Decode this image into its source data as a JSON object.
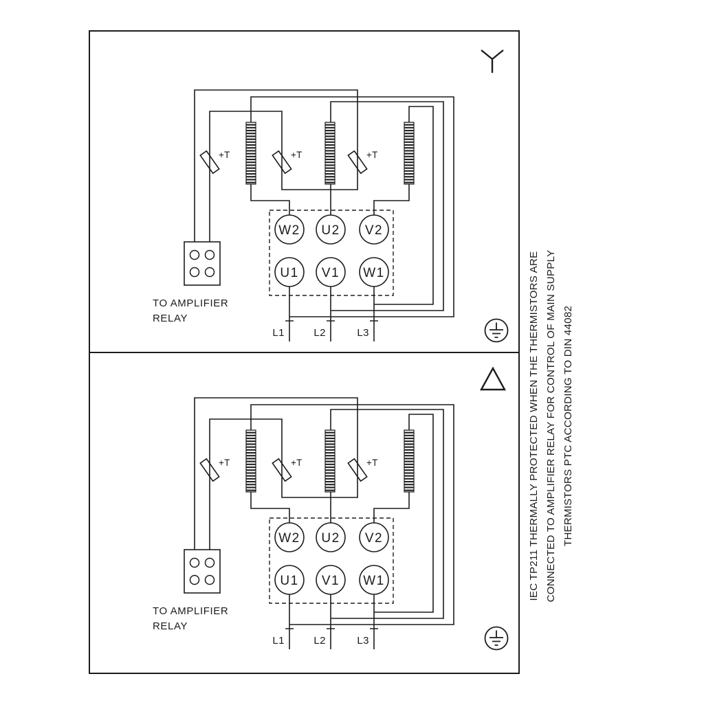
{
  "colors": {
    "line": "#1c1c1c",
    "background": "#ffffff"
  },
  "side_note": {
    "lines": [
      "IEC TP211 THERMALLY PROTECTED WHEN THE THERMISTORS ARE",
      "CONNECTED TO AMPLIFIER RELAY FOR CONTROL OF MAIN SUPPLY",
      "THERMISTORS PTC ACCORDING TO DIN 44082"
    ]
  },
  "panels": [
    {
      "id": "star-connection",
      "connection_icon": "star-connection-icon",
      "terminals": {
        "top": [
          "W2",
          "U2",
          "V2"
        ],
        "bottom": [
          "U1",
          "V1",
          "W1"
        ]
      },
      "thermistor_labels": [
        "+T",
        "+T",
        "+T"
      ],
      "relay_caption": {
        "line1": "TO AMPLIFIER",
        "line2": "RELAY"
      },
      "supply_lines": [
        "L1",
        "L2",
        "L3"
      ],
      "ground_icon": "earth-ground-icon"
    },
    {
      "id": "delta-connection",
      "connection_icon": "delta-connection-icon",
      "terminals": {
        "top": [
          "W2",
          "U2",
          "V2"
        ],
        "bottom": [
          "U1",
          "V1",
          "W1"
        ]
      },
      "thermistor_labels": [
        "+T",
        "+T",
        "+T"
      ],
      "relay_caption": {
        "line1": "TO AMPLIFIER",
        "line2": "RELAY"
      },
      "supply_lines": [
        "L1",
        "L2",
        "L3"
      ],
      "ground_icon": "earth-ground-icon"
    }
  ]
}
